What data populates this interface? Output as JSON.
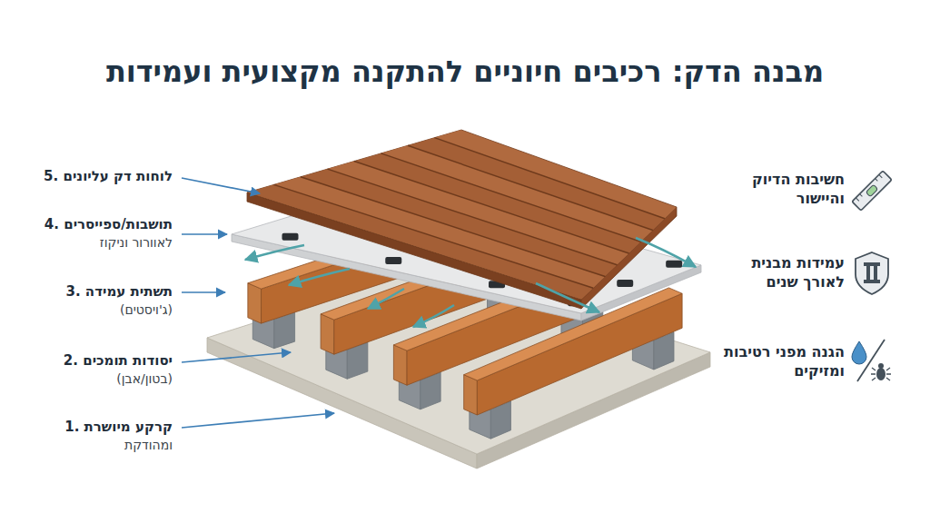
{
  "diagram": {
    "title": "מבנה הדק: רכיבים חיוניים להתקנה מקצועית ועמידות",
    "labels": [
      "5. לוחות דק עליונים",
      "4. תושבות/ספייסרים",
      "לאוורור וניקוז",
      "3. תשתית עמידה",
      "(ג'ויסטים)",
      "2. יסודות תומכים",
      "(בטון/אבן)",
      "1. קרקע מיושרת",
      "ומהודקת",
      "חשיבות הדיוק והיישור",
      "עמידות מבנית לאורך שנים",
      "הגנה מפני רטיבות ומזיקים"
    ]
  }
}
